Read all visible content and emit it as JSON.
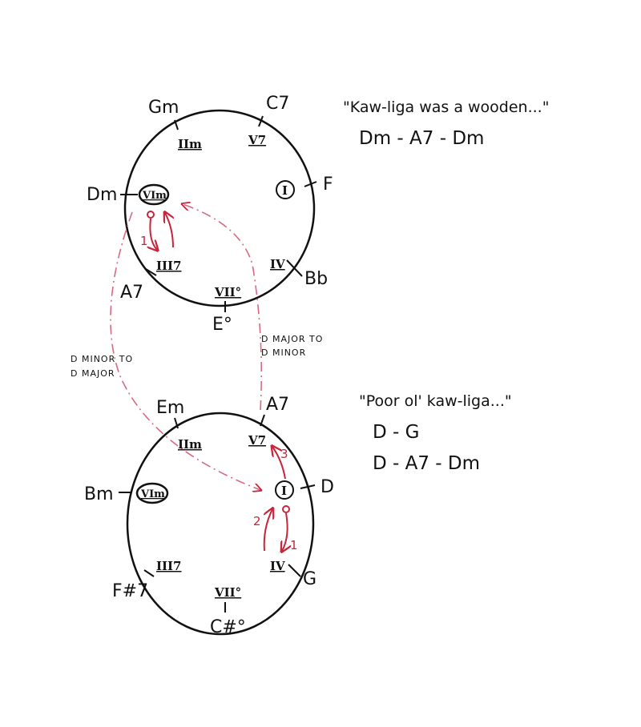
{
  "top_circle": {
    "chords": {
      "ii": "Gm",
      "v": "C7",
      "i": "F",
      "vi": "Dm",
      "iii": "A7",
      "iv": "Bb",
      "vii": "E°"
    },
    "numerals": {
      "ii": "IIm",
      "v": "V7",
      "i": "I",
      "vi": "VIm",
      "iii": "III7",
      "iv": "IV",
      "vii": "VII°"
    },
    "arrow_label": "1"
  },
  "bottom_circle": {
    "chords": {
      "ii": "Em",
      "v": "A7",
      "i": "D",
      "vi": "Bm",
      "iii": "F#7",
      "iv": "G",
      "vii": "C#°"
    },
    "numerals": {
      "ii": "IIm",
      "v": "V7",
      "i": "I",
      "vi": "VIm",
      "iii": "III7",
      "iv": "IV",
      "vii": "VII°"
    },
    "arrow_labels": [
      "1",
      "2",
      "3"
    ]
  },
  "notes": {
    "top_quote": "\"Kaw-liga was a wooden...\"",
    "top_progression": "Dm - A7 - Dm",
    "bottom_quote": "\"Poor ol' kaw-liga...\"",
    "bottom_progression_1": "D - G",
    "bottom_progression_2": "D - A7 - Dm",
    "minor_to_major_1": "D MINOR TO",
    "minor_to_major_2": "D MAJOR",
    "major_to_minor_1": "D MAJOR TO",
    "major_to_minor_2": "D MINOR"
  },
  "colors": {
    "ink": "#111111",
    "accent": "#c8243a"
  }
}
